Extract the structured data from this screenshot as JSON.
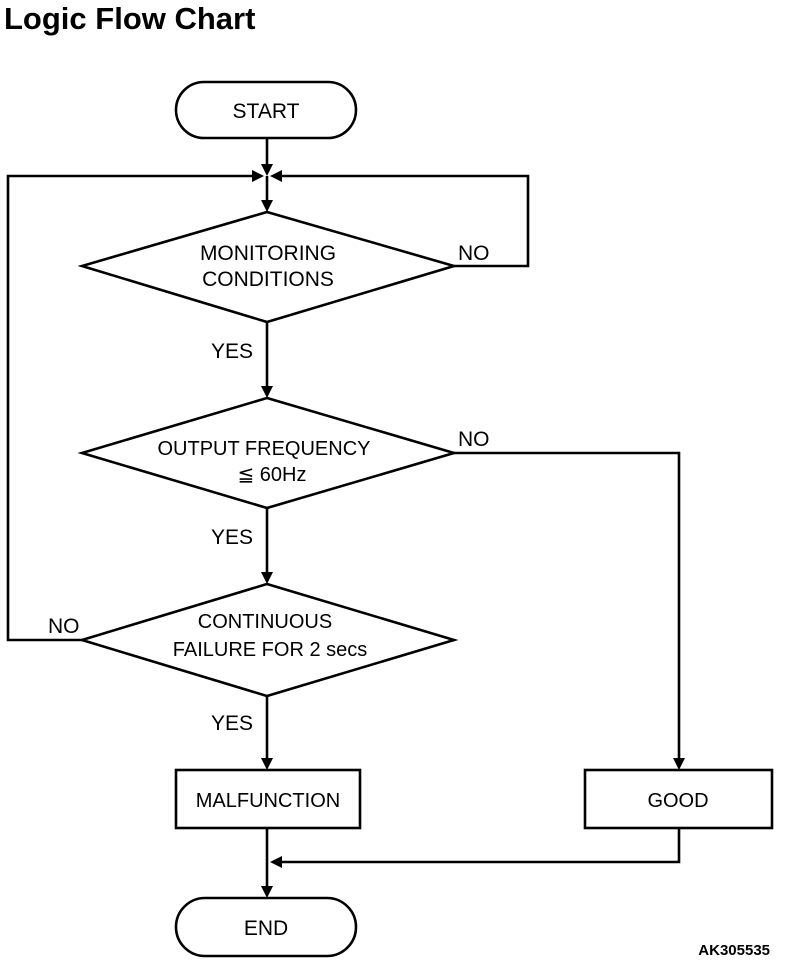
{
  "title": "Logic Flow Chart",
  "figure_code": "AK305535",
  "nodes": {
    "start": "START",
    "monitoring": [
      "MONITORING",
      "CONDITIONS"
    ],
    "output_frequency": [
      "OUTPUT FREQUENCY",
      "≦ 60Hz"
    ],
    "continuous": [
      "CONTINUOUS",
      "FAILURE FOR 2 secs"
    ],
    "malfunction": "MALFUNCTION",
    "good": "GOOD",
    "end": "END"
  },
  "edges": {
    "monitoring_yes": "YES",
    "monitoring_no": "NO",
    "output_yes": "YES",
    "output_no": "NO",
    "continuous_yes": "YES",
    "continuous_no": "NO"
  }
}
